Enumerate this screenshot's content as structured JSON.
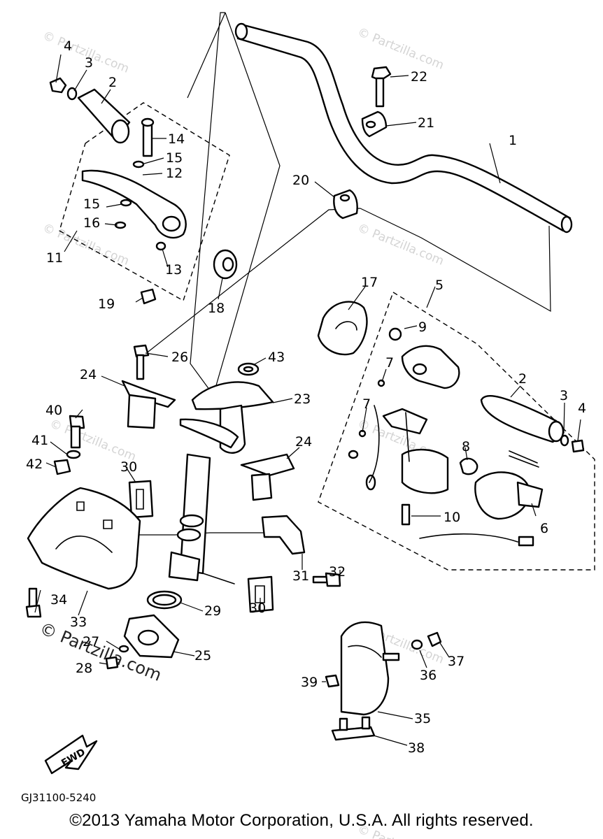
{
  "diagram": {
    "drawing_code": "GJ31100-5240",
    "copyright": "©2013 Yamaha Motor Corporation, U.S.A. All rights reserved.",
    "watermark": "© Partzilla.com",
    "fwd_label": "FWD",
    "callouts": {
      "c1": "1",
      "c2a": "2",
      "c2b": "2",
      "c3a": "3",
      "c3b": "3",
      "c4a": "4",
      "c4b": "4",
      "c5": "5",
      "c6": "6",
      "c7a": "7",
      "c7b": "7",
      "c8": "8",
      "c9": "9",
      "c10": "10",
      "c11": "11",
      "c12": "12",
      "c13": "13",
      "c14": "14",
      "c15a": "15",
      "c15b": "15",
      "c16": "16",
      "c17": "17",
      "c18": "18",
      "c19": "19",
      "c20": "20",
      "c21": "21",
      "c22": "22",
      "c23": "23",
      "c24a": "24",
      "c24b": "24",
      "c25": "25",
      "c26": "26",
      "c27": "27",
      "c28": "28",
      "c29": "29",
      "c30a": "30",
      "c30b": "30",
      "c31": "31",
      "c32": "32",
      "c33": "33",
      "c34": "34",
      "c35": "35",
      "c36": "36",
      "c37": "37",
      "c38": "38",
      "c39": "39",
      "c40": "40",
      "c41": "41",
      "c42": "42",
      "c43": "43"
    }
  }
}
